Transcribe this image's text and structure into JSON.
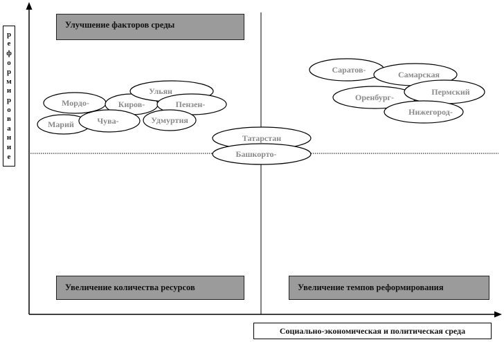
{
  "quadrant_boxes": {
    "top_left": "Улучшение факторов среды",
    "bottom_left": "Увеличение количества ресурсов",
    "bottom_right": "Увеличение темпов реформирования"
  },
  "y_axis_label": "реформирование",
  "x_axis_label": "Социально-экономическая и политическая среда",
  "regions": [
    {
      "id": "mordo",
      "label": "Мордо-"
    },
    {
      "id": "kirov",
      "label": "Киров-"
    },
    {
      "id": "ulyan",
      "label": "Ульян"
    },
    {
      "id": "penzen",
      "label": "Пензен-"
    },
    {
      "id": "mari",
      "label": "Марий"
    },
    {
      "id": "chuva",
      "label": "Чува-"
    },
    {
      "id": "udmurtia",
      "label": "Удмуртия"
    },
    {
      "id": "tatarstan",
      "label": "Татарстан"
    },
    {
      "id": "bashkorto",
      "label": "Башкорто-"
    },
    {
      "id": "saratov",
      "label": "Саратов-"
    },
    {
      "id": "samarskaya",
      "label": "Самарская"
    },
    {
      "id": "orenburg",
      "label": "Оренбург-"
    },
    {
      "id": "permskiy",
      "label": "Пермский"
    },
    {
      "id": "nizhegorod",
      "label": "Нижегород-"
    }
  ]
}
